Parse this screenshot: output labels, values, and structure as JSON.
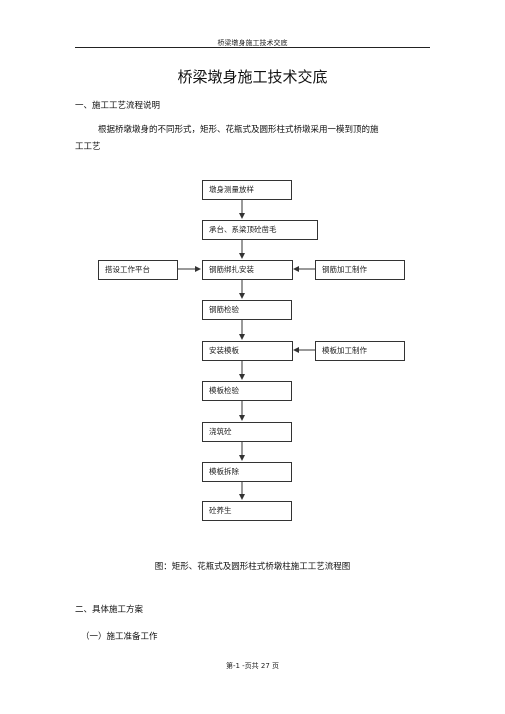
{
  "header": {
    "title": "桥梁墩身施工技术交底"
  },
  "document": {
    "title": "桥梁墩身施工技术交底",
    "section1_heading": "一、施工工艺流程说明",
    "section1_para_line1": "根据桥墩墩身的不同形式，矩形、花瓶式及圆形柱式桥墩采用一模到顶的施",
    "section1_para_line2": "工工艺",
    "section2_heading": "二、具体施工方案",
    "subsection1_heading": "（一）施工准备工作"
  },
  "flowchart": {
    "main_steps": [
      "墩身测量放样",
      "承台、系梁顶砼凿毛",
      "钢筋绑扎安装",
      "钢筋检验",
      "安装模板",
      "模板检验",
      "浇筑砼",
      "模板拆除",
      "砼养生"
    ],
    "left_input": "搭设工作平台",
    "right_input_rebar": "钢筋加工制作",
    "right_input_formwork": "模板加工制作",
    "caption": "图：矩形、花瓶式及圆形柱式桥墩柱施工工艺流程图"
  },
  "footer": {
    "page_label": "第-1 -页共 27 页"
  }
}
